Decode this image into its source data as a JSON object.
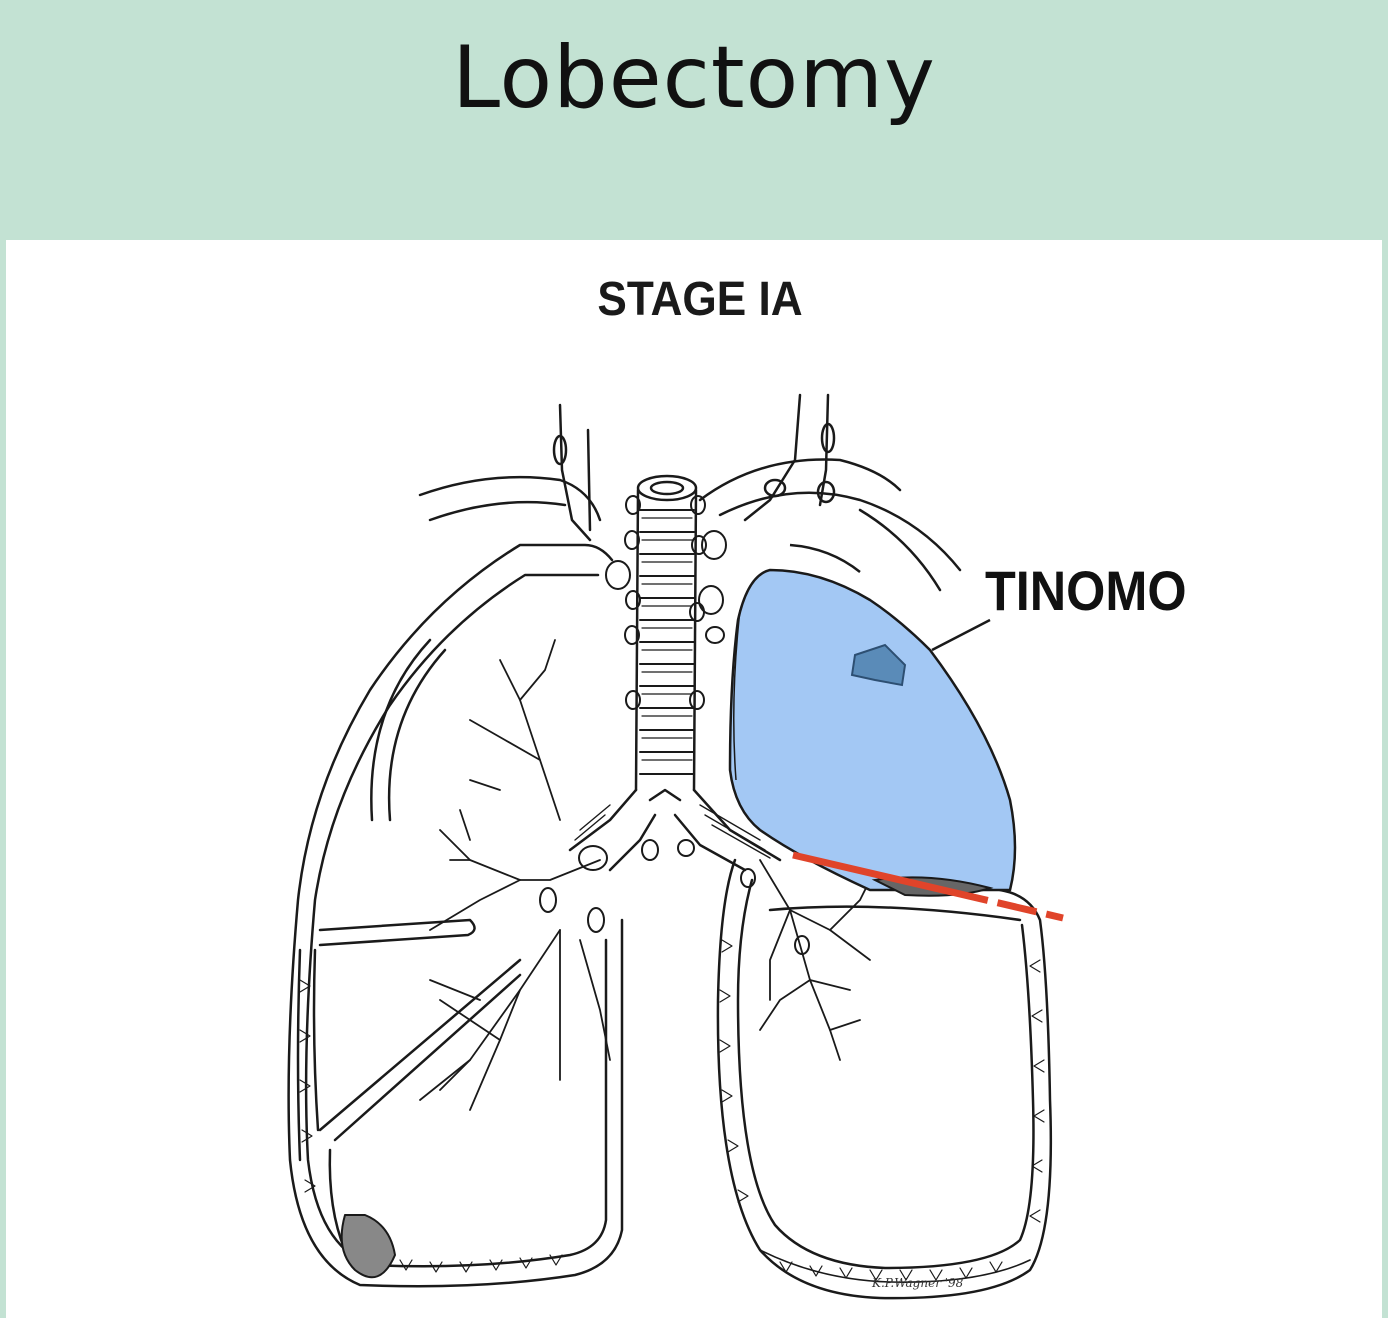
{
  "title": "Lobectomy",
  "diagram": {
    "stage_label": "STAGE IA",
    "tnm_label": "TINOMO",
    "signature": "K.P.Wagner '98"
  },
  "colors": {
    "header_bg": "#c3e2d3",
    "resected_lobe": "#a3c8f4",
    "tumor": "#5a8bb8",
    "resection_line": "#e0442a",
    "ink": "#1a1a1a"
  }
}
